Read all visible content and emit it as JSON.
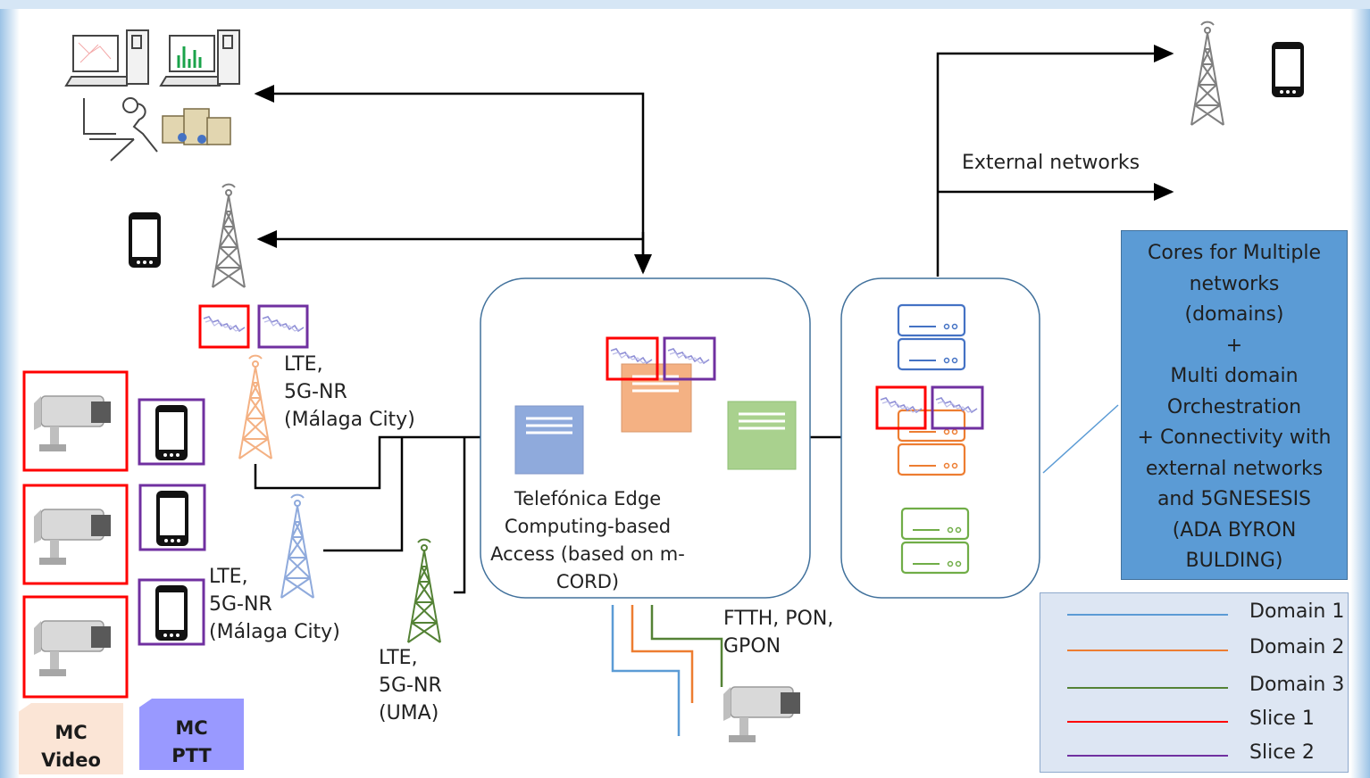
{
  "labels": {
    "external_networks": "External networks",
    "lte_top": [
      "LTE,",
      "5G-NR",
      "(Málaga City)"
    ],
    "lte_mid": [
      "LTE,",
      "5G-NR",
      "(Málaga City)"
    ],
    "lte_uma": [
      "LTE,",
      "5G-NR",
      "(UMA)"
    ],
    "edge": [
      "Telefónica Edge",
      "Computing-based",
      "Access (based on m-",
      "CORD)"
    ],
    "ftth": [
      "FTTH, PON,",
      "GPON"
    ]
  },
  "cores_box": [
    "Cores for Multiple",
    "networks",
    "(domains)",
    "+",
    "Multi domain",
    "Orchestration",
    "+ Connectivity with",
    "external networks",
    "and 5GNESESIS",
    "(ADA BYRON",
    "BULDING)"
  ],
  "legend": [
    {
      "label": "Domain 1",
      "color": "#5b9bd5"
    },
    {
      "label": "Domain 2",
      "color": "#ed7d31"
    },
    {
      "label": "Domain 3",
      "color": "#548235"
    },
    {
      "label": "Slice 1",
      "color": "#ff0000"
    },
    {
      "label": "Slice 2",
      "color": "#7030a0"
    }
  ],
  "tags": {
    "mc_video": [
      "MC",
      "Video"
    ],
    "mc_ptt": [
      "MC",
      "PTT"
    ]
  },
  "colors": {
    "slice1": "#ff0000",
    "slice2": "#7030a0",
    "domain1": "#5b9bd5",
    "domain2": "#ed7d31",
    "domain3": "#548235",
    "mc_video_bg": "#fbe5d6",
    "mc_ptt_bg": "#9999ff"
  }
}
